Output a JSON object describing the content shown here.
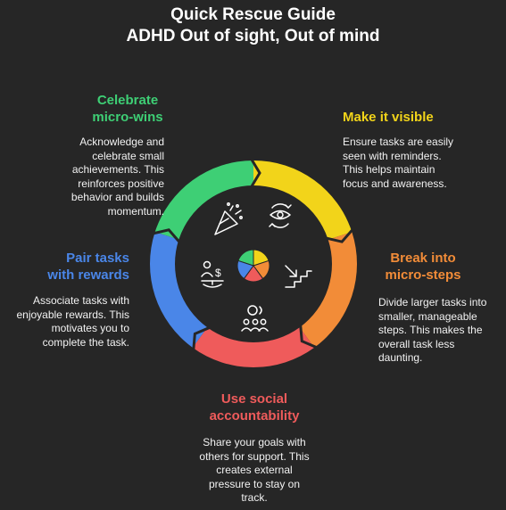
{
  "title": {
    "line1": "Quick Rescue Guide",
    "line2": "ADHD Out of sight, Out of mind"
  },
  "colors": {
    "background": "#262626",
    "green": "#3ecf75",
    "yellow": "#f2d41a",
    "orange": "#f28c38",
    "red": "#ef5b5b",
    "blue": "#4a86e8"
  },
  "sections": {
    "celebrate": {
      "heading_line1": "Celebrate",
      "heading_line2": "micro-wins",
      "desc": [
        "Acknowledge and",
        "celebrate small",
        "achievements. This",
        "reinforces positive",
        "behavior and builds",
        "momentum."
      ],
      "icon": "party-popper-icon"
    },
    "visible": {
      "heading_line1": "Make it visible",
      "desc": [
        "Ensure tasks are easily",
        "seen with reminders.",
        "This helps maintain",
        "focus and awareness."
      ],
      "icon": "eye-cycle-icon"
    },
    "steps": {
      "heading_line1": "Break into",
      "heading_line2": "micro-steps",
      "desc": [
        "Divide larger tasks into",
        "smaller, manageable",
        "steps. This makes the",
        "overall task less",
        "daunting."
      ],
      "icon": "stairs-down-icon"
    },
    "social": {
      "heading_line1": "Use social",
      "heading_line2": "accountability",
      "desc": [
        "Share your goals with",
        "others for support. This",
        "creates external",
        "pressure to stay on",
        "track."
      ],
      "icon": "group-people-icon"
    },
    "rewards": {
      "heading_line1": "Pair tasks",
      "heading_line2": "with rewards",
      "desc": [
        "Associate tasks with",
        "enjoyable rewards. This",
        "motivates you to",
        "complete the task."
      ],
      "icon": "person-reward-scale-icon"
    }
  }
}
